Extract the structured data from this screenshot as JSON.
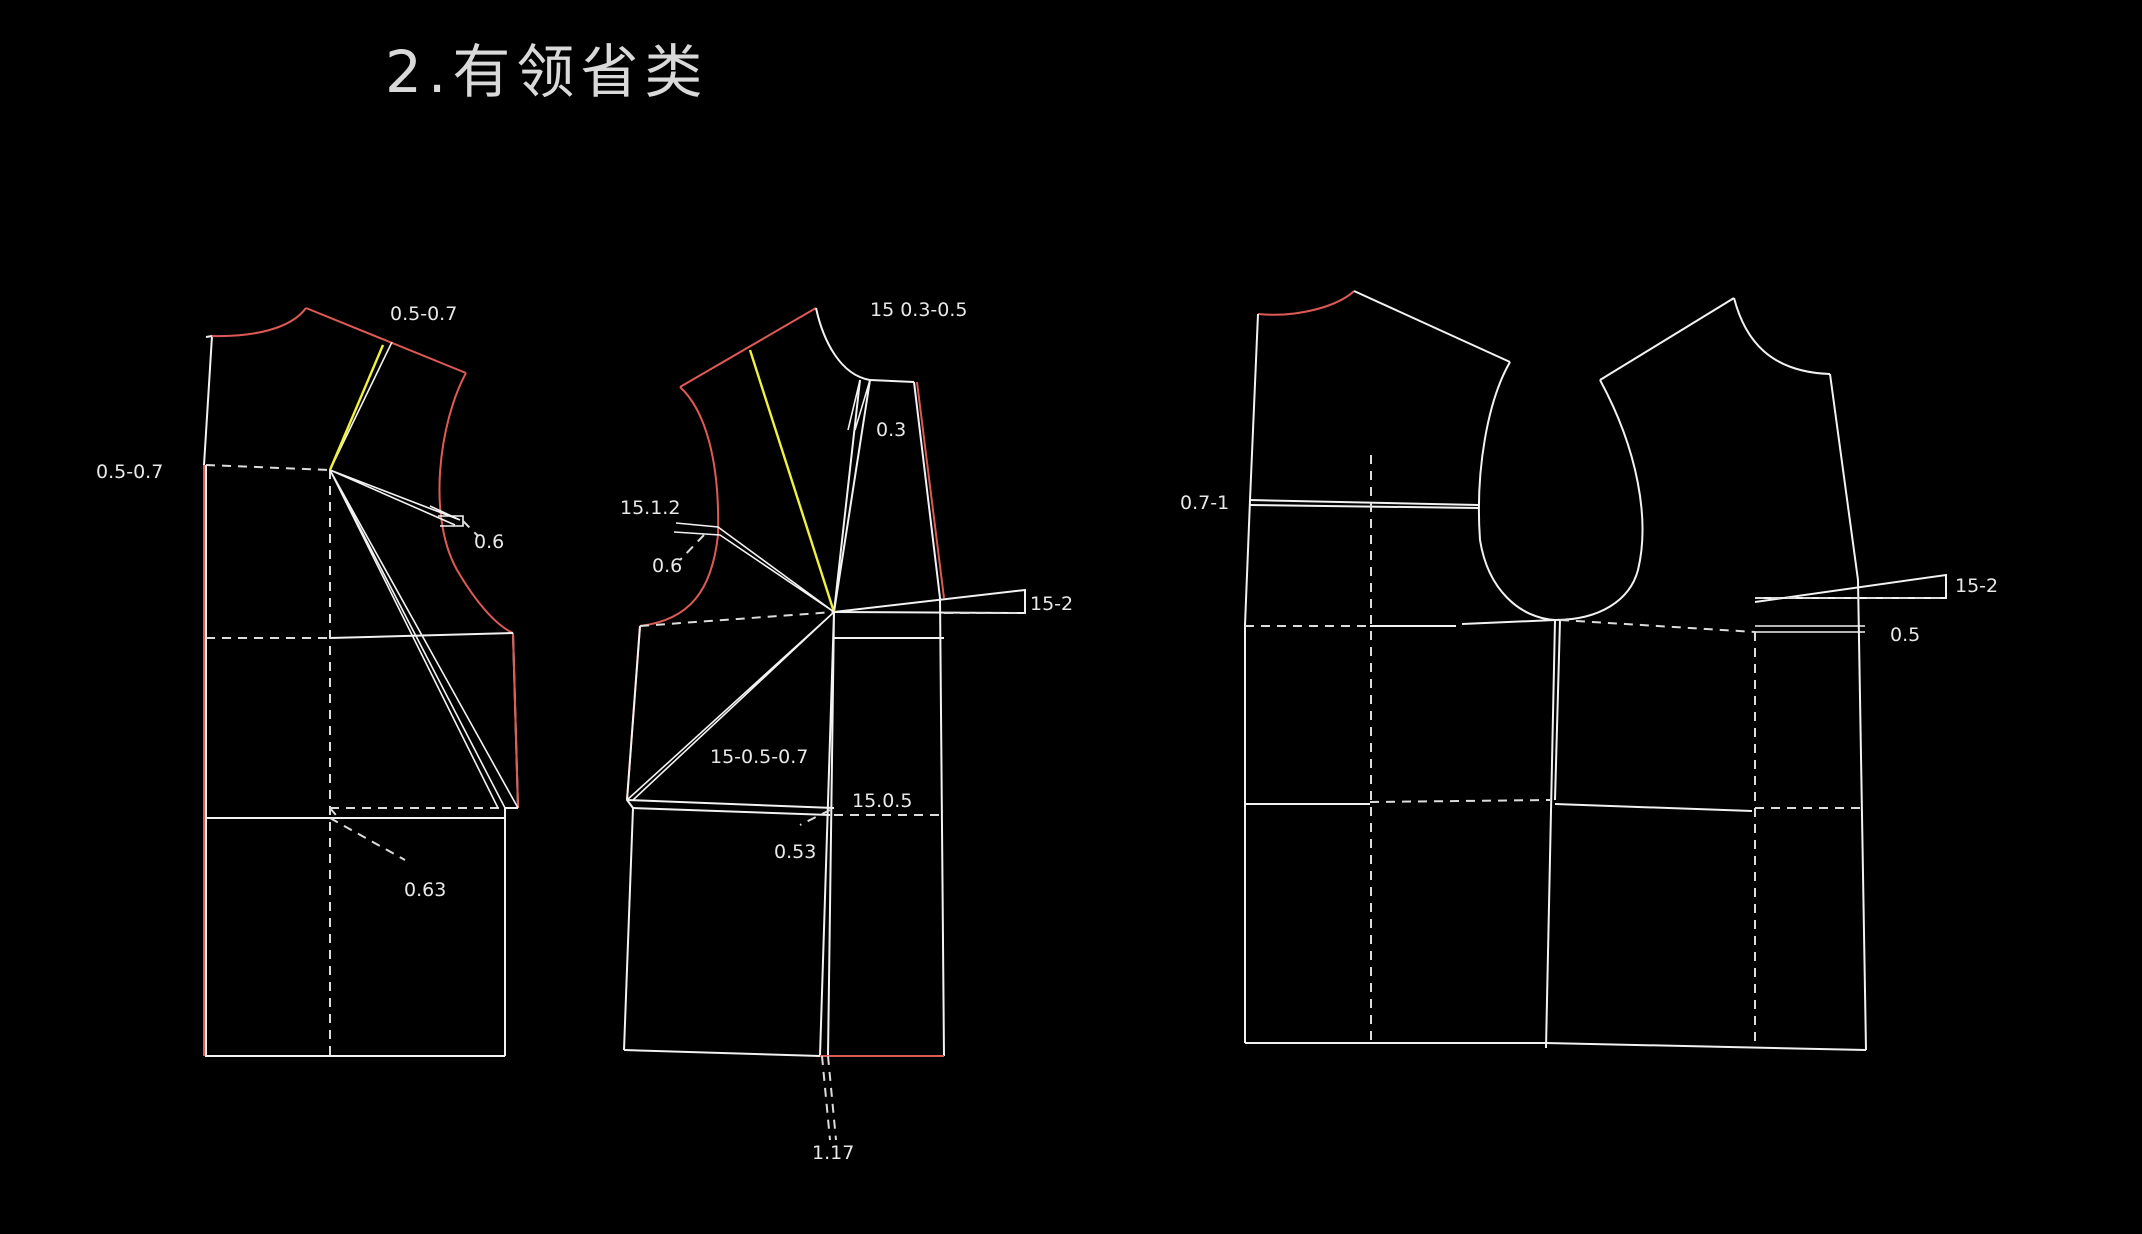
{
  "title": "2.有领省类",
  "panel_left": {
    "labels": {
      "shoulder": "0.5-0.7",
      "side_top": "0.5-0.7",
      "armhole": "0.6",
      "hem_dart": "0.63"
    }
  },
  "panel_middle": {
    "labels": {
      "shoulder": "15 0.3-0.5",
      "neck_dart": "0.3",
      "armhole_a": "15.1.2",
      "armhole_b": "0.6",
      "side_dart": "15-2",
      "center": "15-0.5-0.7",
      "waist_right": "15.0.5",
      "waist_dart": "0.53",
      "bottom": "1.17"
    }
  },
  "panel_right": {
    "labels": {
      "side": "0.7-1",
      "right_dart": "15-2",
      "right_dart_b": "0.5"
    }
  },
  "colors": {
    "background": "#000000",
    "line": "#f2f2f2",
    "red_line": "#e05a55",
    "yellow_line": "#f0f040"
  }
}
